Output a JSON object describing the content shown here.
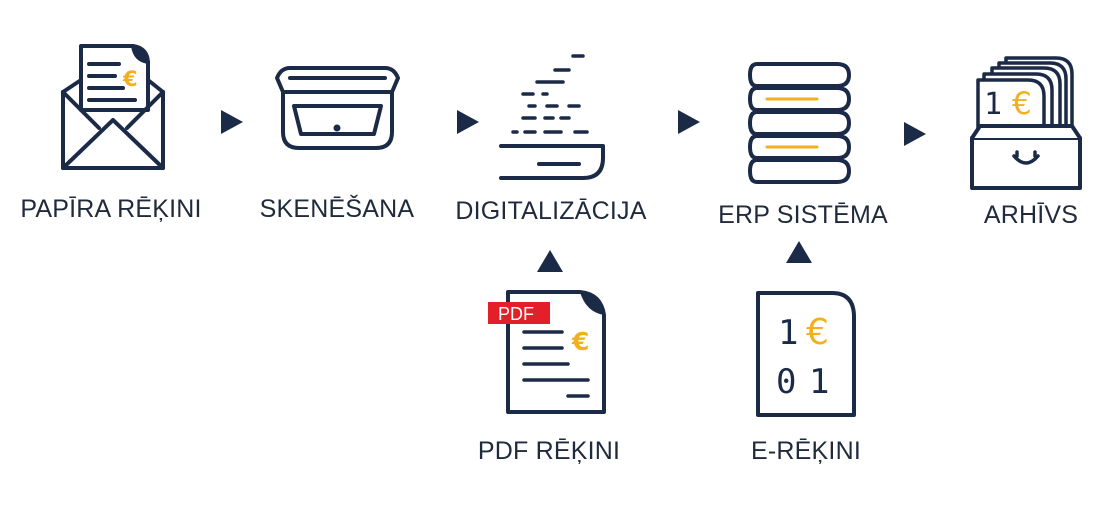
{
  "colors": {
    "ink": "#1b2a47",
    "accent": "#f2b01e",
    "pdf_red": "#e3202a",
    "text": "#1f2a3c",
    "background": "#ffffff"
  },
  "steps": [
    {
      "id": "paper",
      "label": "PAPĪRA RĒĶINI",
      "icon": "envelope-invoice-icon"
    },
    {
      "id": "scan",
      "label": "SKENĒŠANA",
      "icon": "scanner-icon"
    },
    {
      "id": "digital",
      "label": "DIGITALIZĀCIJA",
      "icon": "digitization-icon"
    },
    {
      "id": "erp",
      "label": "ERP SISTĒMA",
      "icon": "database-stack-icon"
    },
    {
      "id": "archive",
      "label": "ARHĪVS",
      "icon": "archive-box-icon"
    }
  ],
  "sources": [
    {
      "id": "pdf",
      "label": "PDF RĒĶINI",
      "badge": "PDF",
      "currency": "€",
      "icon": "pdf-invoice-icon"
    },
    {
      "id": "einvoice",
      "label": "E-RĒĶINI",
      "digits_top": "1",
      "currency": "€",
      "digits_bottom": "0 1",
      "icon": "e-invoice-icon"
    }
  ],
  "archive_card": {
    "digit": "1",
    "currency": "€"
  },
  "paper_currency": "€"
}
